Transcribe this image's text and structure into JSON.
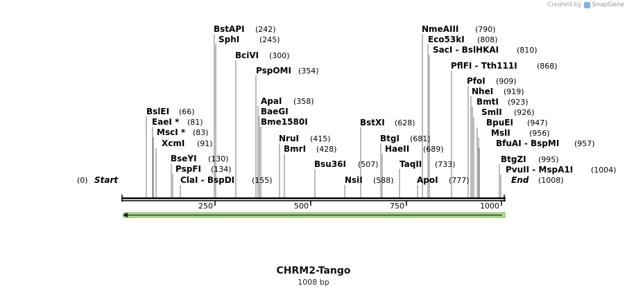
{
  "branding": {
    "created_by": "Created by",
    "product": "SnapGene"
  },
  "map": {
    "name": "CHRM2-Tango",
    "length_label": "1008 bp",
    "start": {
      "label": "Start",
      "pos": "(0)"
    },
    "end": {
      "label": "End",
      "pos": "(1008)"
    },
    "ticks": [
      "250",
      "500",
      "750",
      "1000"
    ],
    "sites": [
      {
        "name": "BstAPI",
        "pos": "(242)"
      },
      {
        "name": "SphI",
        "pos": "(245)"
      },
      {
        "name": "BciVI",
        "pos": "(300)"
      },
      {
        "name": "PspOMI",
        "pos": "(354)"
      },
      {
        "name": "ApaI",
        "pos": "(358)"
      },
      {
        "name": "BaeGI",
        "pos": ""
      },
      {
        "name": "Bme1580I",
        "pos": ""
      },
      {
        "name": "NruI",
        "pos": "(415)"
      },
      {
        "name": "BmrI",
        "pos": "(428)"
      },
      {
        "name": "Bsu36I",
        "pos": "(507)"
      },
      {
        "name": "NsiI",
        "pos": "(588)"
      },
      {
        "name": "BslEI",
        "pos": "(66)"
      },
      {
        "name": "EaeI *",
        "pos": "(81)"
      },
      {
        "name": "MscI *",
        "pos": "(83)"
      },
      {
        "name": "XcmI",
        "pos": "(91)"
      },
      {
        "name": "BseYI",
        "pos": "(130)"
      },
      {
        "name": "PspFI",
        "pos": "(134)"
      },
      {
        "name": "ClaI  -  BspDI",
        "pos": "(155)"
      },
      {
        "name": "NmeAIII",
        "pos": "(790)"
      },
      {
        "name": "Eco53kI",
        "pos": "(808)"
      },
      {
        "name": "SacI  -  BslHKAI",
        "pos": "(810)"
      },
      {
        "name": "PflFI  -  Tth111I",
        "pos": "(868)"
      },
      {
        "name": "PfoI",
        "pos": "(909)"
      },
      {
        "name": "NheI",
        "pos": "(919)"
      },
      {
        "name": "BmtI",
        "pos": "(923)"
      },
      {
        "name": "SmlI",
        "pos": "(926)"
      },
      {
        "name": "BpuEI",
        "pos": "(947)"
      },
      {
        "name": "MslI",
        "pos": "(956)"
      },
      {
        "name": "BfuAI  -  BspMI",
        "pos": "(957)"
      },
      {
        "name": "BtgZI",
        "pos": "(995)"
      },
      {
        "name": "PvuII  -  MspA1I",
        "pos": "(1004)"
      },
      {
        "name": "BstXI",
        "pos": "(628)"
      },
      {
        "name": "BtgI",
        "pos": "(681)"
      },
      {
        "name": "HaeII",
        "pos": "(689)"
      },
      {
        "name": "TaqII",
        "pos": "(733)"
      },
      {
        "name": "ApoI",
        "pos": "(777)"
      }
    ]
  },
  "feature": {
    "color": "#a9e27f",
    "edge_color": "#6aa84f",
    "arrow_color": "#1a1a1a"
  }
}
